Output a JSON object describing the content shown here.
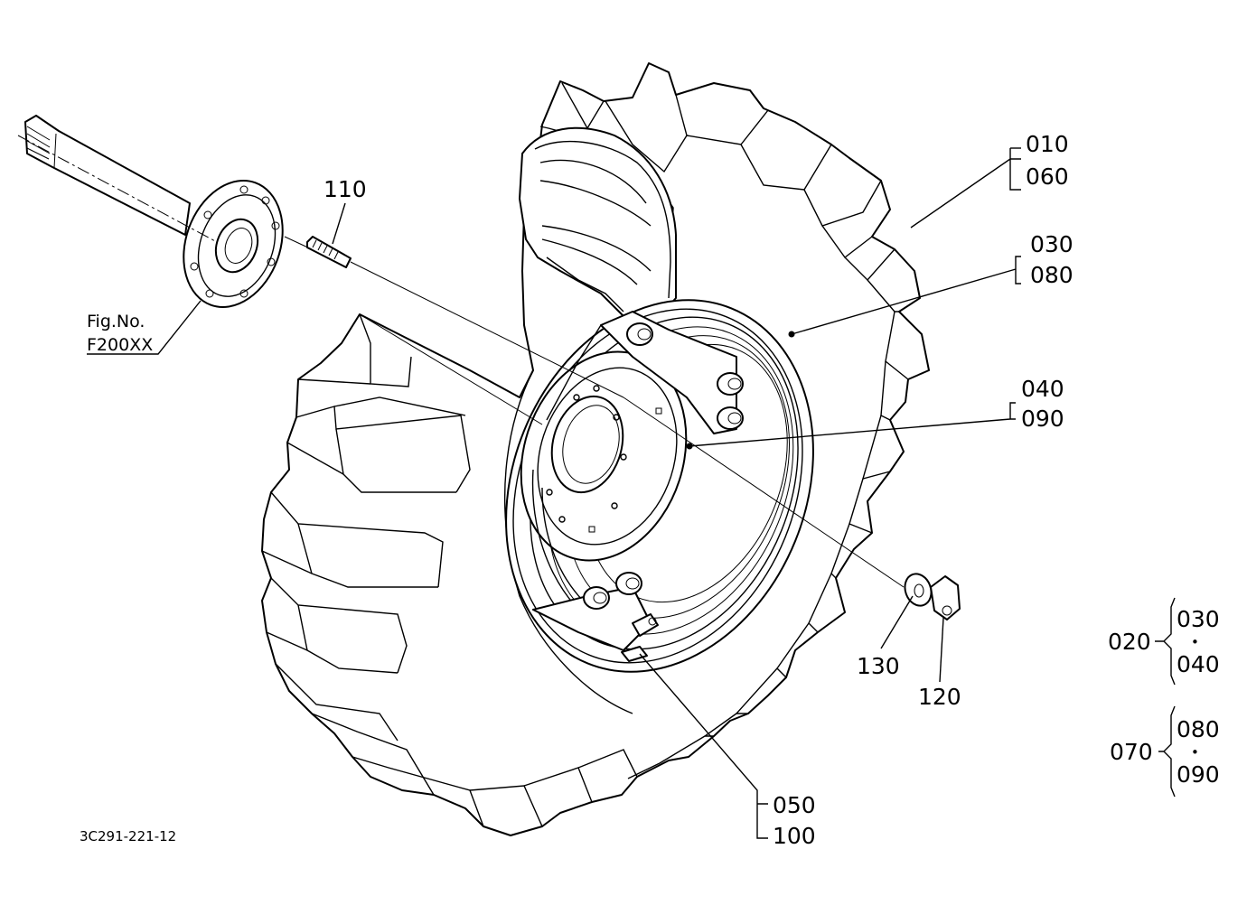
{
  "diagram": {
    "fig_ref": {
      "line1": "Fig.No.",
      "line2": "F200XX"
    },
    "drawing_number": "3C291-221-12",
    "callouts": {
      "c110": "110",
      "c010": "010",
      "c060": "060",
      "c030": "030",
      "c080": "080",
      "c040": "040",
      "c090": "090",
      "c130": "130",
      "c120": "120",
      "c050": "050",
      "c100": "100"
    },
    "assembly_groups": [
      {
        "parent": "020",
        "top": "030",
        "mid": "•",
        "bottom": "040"
      },
      {
        "parent": "070",
        "top": "080",
        "mid": "•",
        "bottom": "090"
      }
    ]
  }
}
